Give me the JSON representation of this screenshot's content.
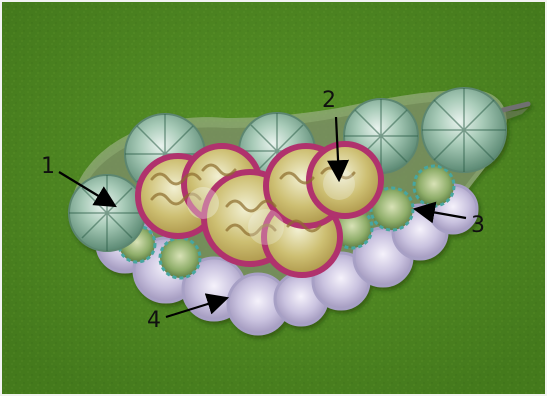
{
  "diagram": {
    "callouts": [
      {
        "label": "1",
        "target": "left-large-shrub"
      },
      {
        "label": "2",
        "target": "center-flower-bed"
      },
      {
        "label": "3",
        "target": "right-small-plants"
      },
      {
        "label": "4",
        "target": "front-groundcover"
      }
    ],
    "colors": {
      "lawn": "#4f8a22",
      "lawn_light": "#6ea832",
      "shrub": "#8fb9a2",
      "shrub_edge": "#5f8c76",
      "flower_fill": "#c7b96a",
      "flower_edge": "#b0306d",
      "groundcover": "#c9c2df",
      "small_plant": "#8fae6a",
      "arrow": "#000000"
    }
  }
}
